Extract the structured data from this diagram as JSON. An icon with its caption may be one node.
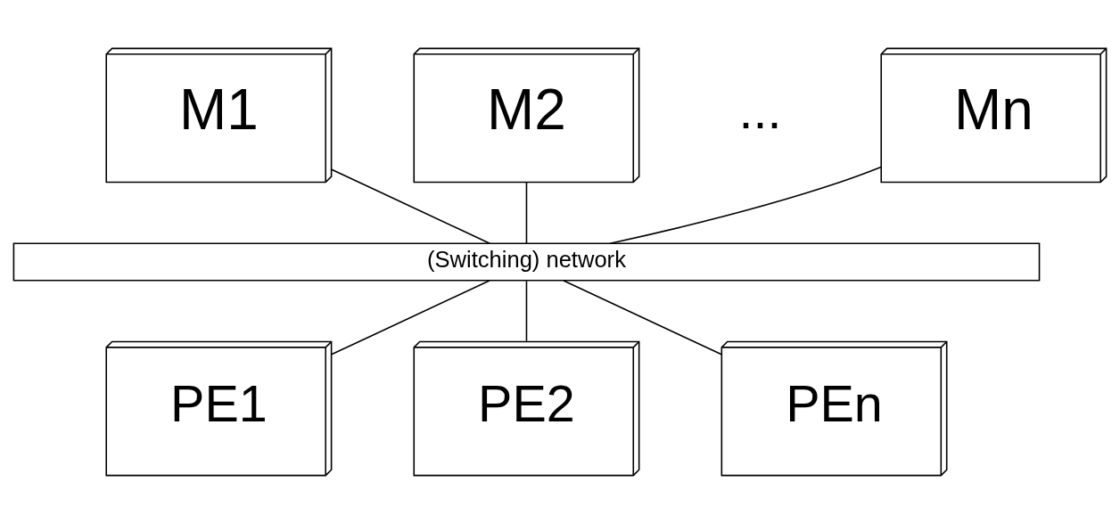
{
  "diagram": {
    "nodes": [
      {
        "text": [
          "M1"
        ]
      },
      {
        "text": [
          "M2"
        ]
      },
      {
        "text": [
          "Mn"
        ]
      },
      {
        "text": [
          "(Switching) network"
        ]
      },
      {
        "text": [
          "PE1"
        ]
      },
      {
        "text": [
          "PE2"
        ]
      },
      {
        "text": [
          "PEn"
        ]
      }
    ],
    "edges": [
      {
        "from": 0,
        "to": 3,
        "arrow": "none"
      },
      {
        "from": 1,
        "to": 3,
        "arrow": "none"
      },
      {
        "from": 2,
        "to": 3,
        "arrow": "none"
      },
      {
        "from": 3,
        "to": 4,
        "arrow": "none"
      },
      {
        "from": 3,
        "to": 5,
        "arrow": "none"
      },
      {
        "from": 3,
        "to": 6,
        "arrow": "none"
      }
    ],
    "labels": [
      "..."
    ]
  }
}
